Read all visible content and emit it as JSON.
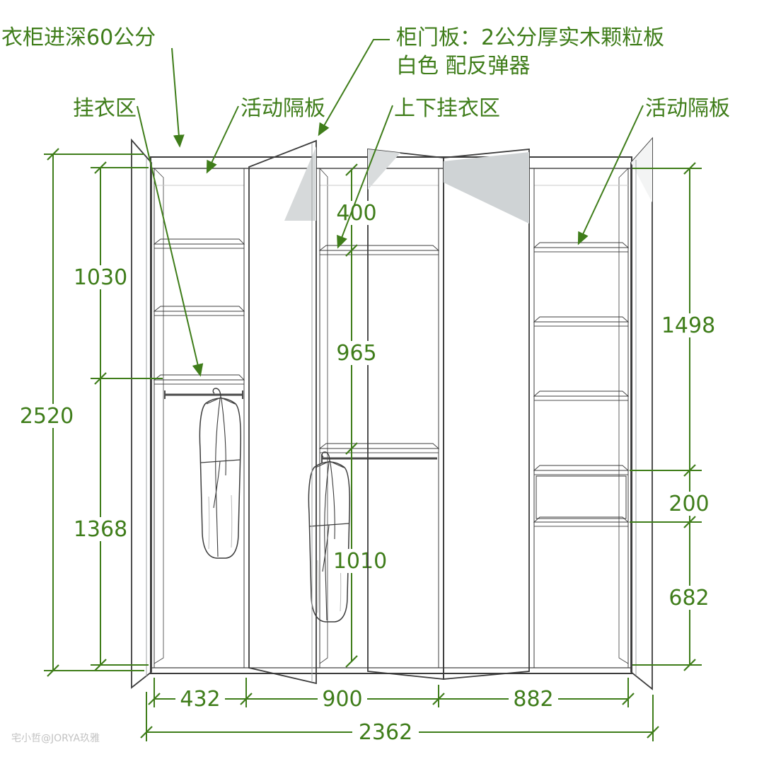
{
  "labels": {
    "depth": "衣柜进深60公分",
    "door_line1": "柜门板：2公分厚实木颗粒板",
    "door_line2": "白色 配反弹器",
    "hanging_area": "挂衣区",
    "movable_shelf_left": "活动隔板",
    "upper_lower_hanging": "上下挂衣区",
    "movable_shelf_right": "活动隔板"
  },
  "dims": {
    "total_height": "2520",
    "left_upper": "1030",
    "left_lower": "1368",
    "mid_top": "400",
    "mid_middle": "965",
    "mid_bottom": "1010",
    "right_top": "1498",
    "right_middle": "200",
    "right_bottom": "682",
    "bottom_left": "432",
    "bottom_center": "900",
    "bottom_right": "882",
    "total_width": "2362"
  },
  "watermark": "宅小哲@JORYA玖雅",
  "colors": {
    "annotation_green": "#3f7d1a",
    "door_gray": "#c6cacc",
    "outline": "#3c3c3c",
    "background": "#ffffff"
  }
}
